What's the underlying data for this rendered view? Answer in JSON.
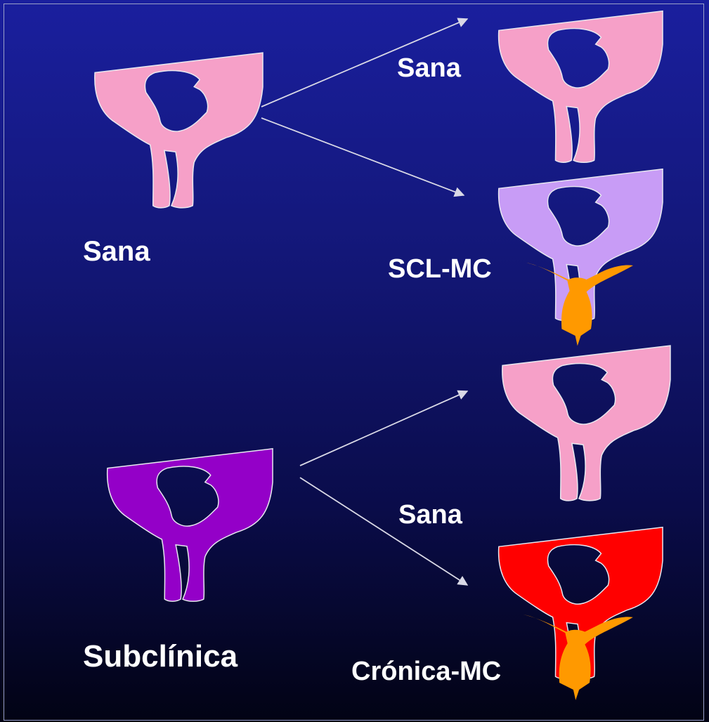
{
  "labels": {
    "healthy_top_left": "Sana",
    "healthy_top_right": "Sana",
    "scl_mc": "SCL-MC",
    "subclinical": "Subclínica",
    "healthy_bottom_right": "Sana",
    "chronic_mc": "Crónica-MC"
  },
  "colors": {
    "healthy": "#f6a0c8",
    "scl_mc": "#c89cf6",
    "subclinical": "#9400c8",
    "chronic_mc": "#ff0000",
    "infection": "#ff9900",
    "outline": "#e8e8f0",
    "arrow": "#d9d9e6"
  }
}
